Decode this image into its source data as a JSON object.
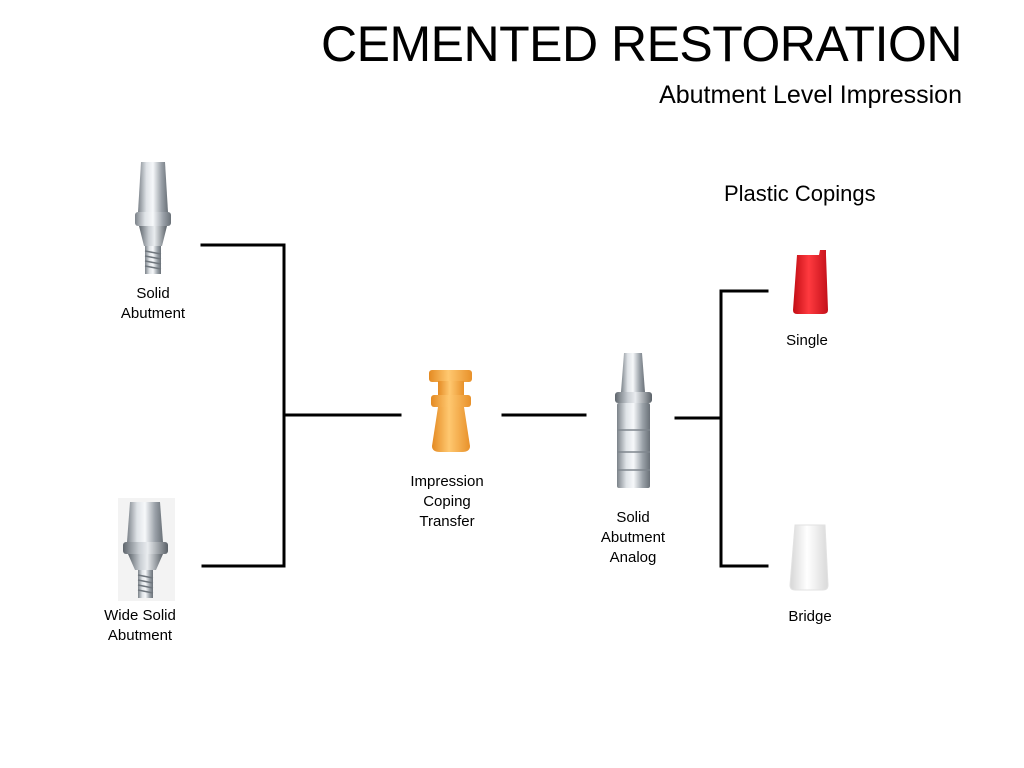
{
  "title": "CEMENTED RESTORATION",
  "subtitle": "Abutment Level Impression",
  "plastic_copings_heading": "Plastic Copings",
  "components": {
    "solid_abutment": "Solid\nAbutment",
    "wide_solid_abutment": "Wide Solid\nAbutment",
    "impression_coping_transfer": "Impression\nCoping\nTransfer",
    "solid_abutment_analog": "Solid\nAbutment\nAnalog",
    "single_coping": "Single",
    "bridge_coping": "Bridge"
  },
  "colors": {
    "metal_light": "#e6e9ec",
    "metal_dark": "#7b8289",
    "impression_coping": "#f7a93b",
    "single_coping": "#e8141c",
    "bridge_coping": "#f2f2f2",
    "connector": "#000000"
  }
}
